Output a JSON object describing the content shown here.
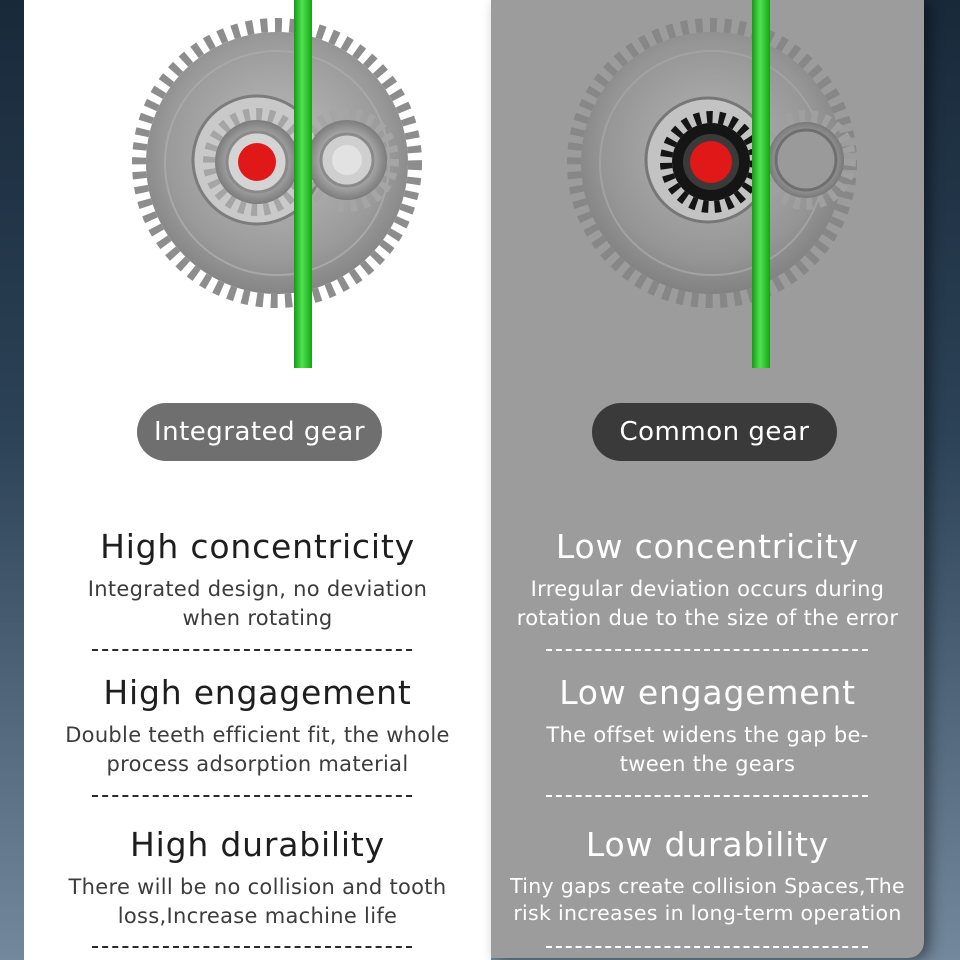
{
  "left_panel": {
    "label": "Integrated gear",
    "features": [
      {
        "title": "High concentricity",
        "text": "Integrated design, no deviation when rotating"
      },
      {
        "title": "High engagement",
        "text": "Double teeth efficient fit, the whole process adsorption material"
      },
      {
        "title": "High durability",
        "text": "There will be no collision and tooth loss,Increase machine life"
      }
    ]
  },
  "right_panel": {
    "label": "Common gear",
    "features": [
      {
        "title": "Low concentricity",
        "text": "Irregular deviation occurs during rotation due to the size of the error"
      },
      {
        "title": "Low engagement",
        "text": "The offset widens the gap be- tween the gears"
      },
      {
        "title": "Low durability",
        "text": "Tiny gaps create collision Spaces,The risk increases in long-term operation"
      }
    ]
  },
  "colors": {
    "filament": "#2fcf2f",
    "gear_steel": "#9a9a9a",
    "hub_red": "#e01818",
    "black_gear": "#151515"
  },
  "icons": [
    "integrated-gear-illustration",
    "common-gear-illustration",
    "filament-strand"
  ]
}
